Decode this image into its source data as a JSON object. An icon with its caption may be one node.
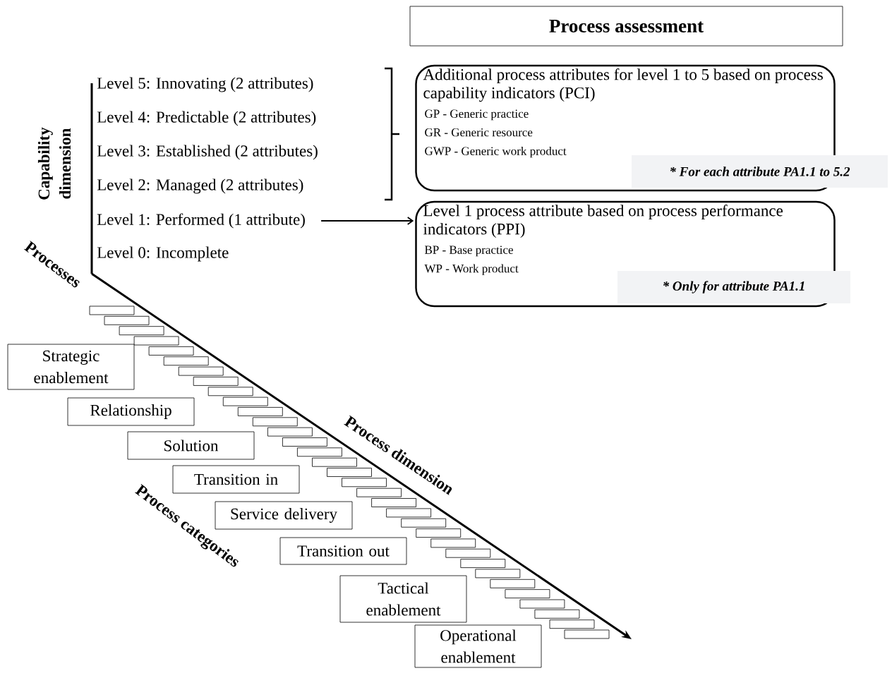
{
  "diagram": {
    "nodes": [
      {
        "text": [
          "Process assessment"
        ]
      },
      {
        "text": [
          "Additional process attributes for level 1 to 5 based on process capability indicators (PCI)",
          "GP - Generic practice",
          "GR - Generic resource",
          "GWP - Generic work product"
        ]
      },
      {
        "text": [
          "* For each attribute PA1.1 to 5.2"
        ]
      },
      {
        "text": [
          "Level 1 process attribute based on process performance indicators (PPI)",
          "BP - Base practice",
          "WP - Work product"
        ]
      },
      {
        "text": [
          "* Only for attribute PA1.1"
        ]
      },
      {
        "text": [
          "Level 1: Performed (1 attribute)"
        ]
      },
      {
        "text": [
          "Strategic enablement"
        ]
      },
      {
        "text": [
          "Relationship"
        ]
      },
      {
        "text": [
          "Solution"
        ]
      },
      {
        "text": [
          "Transition in"
        ]
      },
      {
        "text": [
          "Service delivery"
        ]
      },
      {
        "text": [
          "Transition out"
        ]
      },
      {
        "text": [
          "Tactical enablement"
        ]
      },
      {
        "text": [
          "Operational enablement"
        ]
      }
    ],
    "edges": [
      {
        "from": 5,
        "to": 3,
        "arrow": "to"
      }
    ],
    "labels": [
      "Capability dimension",
      "Level 5: Innovating (2 attributes)",
      "Level 4: Predictable (2 attributes)",
      "Level 3: Established (2 attributes)",
      "Level 2: Managed (2 attributes)",
      "Level 0: Incomplete",
      "Processes",
      "Process dimension",
      "Process categories"
    ]
  }
}
